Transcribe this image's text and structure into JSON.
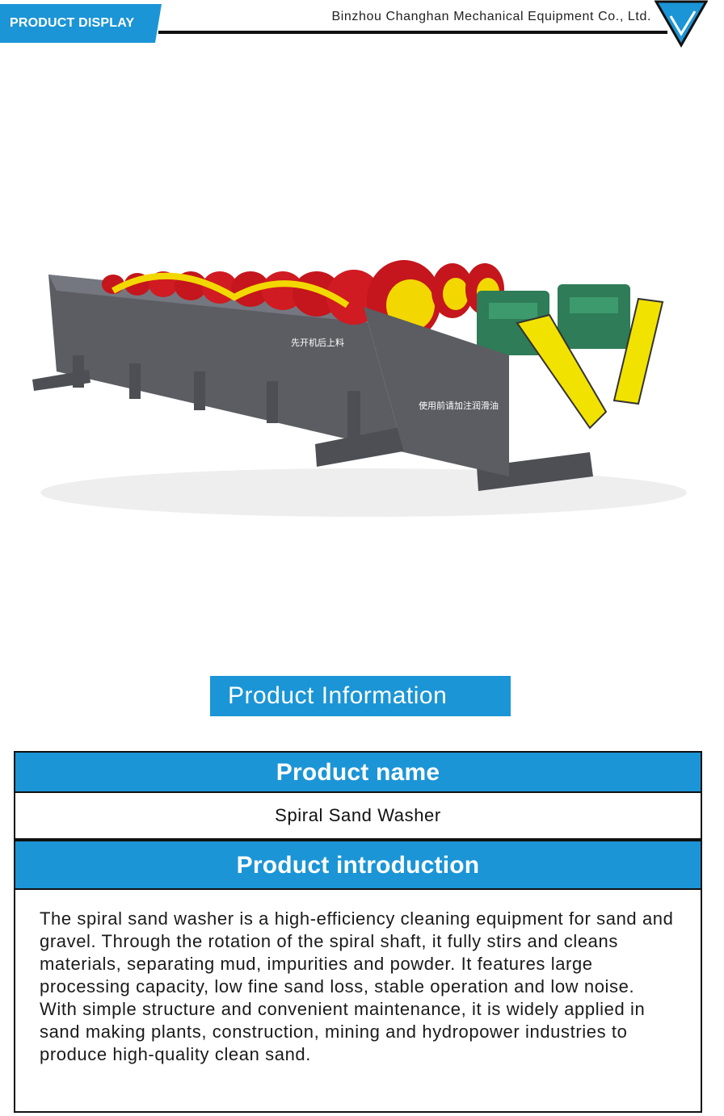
{
  "header": {
    "tag_label": "PRODUCT DISPLAY",
    "company_name": "Binzhou Changhan Mechanical Equipment Co., Ltd.",
    "logo_icon": "v-triangle-logo-icon",
    "accent_color": "#1b95d6"
  },
  "image": {
    "subject": "spiral sand washer machine photo",
    "labels": [
      "先开机后上料",
      "使用前请加注润滑油"
    ]
  },
  "info_banner": {
    "label": "Product Information"
  },
  "table": {
    "name_header": "Product name",
    "name_value": "Spiral Sand Washer",
    "intro_header": "Product introduction",
    "intro_text": "The spiral sand washer is a high-efficiency cleaning equipment for sand and gravel. Through the rotation of the spiral shaft, it fully stirs and cleans materials, separating mud, impurities and powder. It features large processing capacity, low fine sand loss, stable operation and low noise. With simple structure and convenient maintenance, it is widely applied in sand making plants, construction, mining and hydropower industries to produce high-quality clean sand."
  }
}
